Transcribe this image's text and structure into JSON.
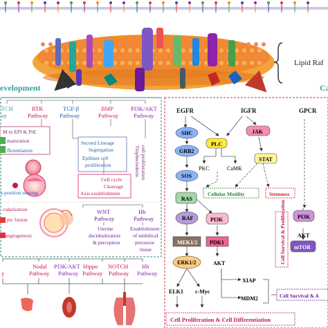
{
  "header": {
    "raft_label": "Lipid Raf",
    "development": "evelopment",
    "ca_label": "Ca"
  },
  "left_panel": {
    "top_pathways": [
      {
        "name": "TCH",
        "sub": "ay"
      },
      {
        "name": "RTK",
        "sub": "Pathway"
      },
      {
        "name": "TGF-β",
        "sub": "Pathway"
      },
      {
        "name": "BMP",
        "sub": "Pathway"
      },
      {
        "name": "PI3K/AKT",
        "sub": "Pathway"
      }
    ],
    "boxes": {
      "m_to_epi": "M to EPI & PrE",
      "maturation": "maturation",
      "differentiation": "fferentiation",
      "second_lineage": "Second Lineage",
      "segregation": "Segregation",
      "epiblast": "Epiblast cell",
      "proliferation": "proliferation",
      "cell_cycle": "Cell cycle",
      "cleavage": "Cleavage",
      "axis": "Axis establishment",
      "trophecto": "Trophectoderm",
      "trophecto2": "cell proliferation",
      "position": "'s position  sensing",
      "vascularization": "cularization",
      "fusion": "pic  fusion",
      "angio": "al  angiogenesis"
    },
    "wnt": {
      "name": "WNT",
      "sub": "Pathway",
      "e1": "Uterine",
      "e2": "decidualization",
      "e3": "& perception"
    },
    "hh": {
      "name": "Hh",
      "sub": "Pathway",
      "e1": "Establishment",
      "e2": "of umbilical",
      "e3": "precursor",
      "e4": "tissue"
    },
    "bottom_pathways": [
      {
        "name": "",
        "sub": "y"
      },
      {
        "name": "Nodal",
        "sub": "Pathway"
      },
      {
        "name": "PI3K/AKT",
        "sub": "Pathway"
      },
      {
        "name": "Hippo",
        "sub": "Pathway"
      },
      {
        "name": "NOTCH",
        "sub": "Pathway"
      },
      {
        "name": "Hh",
        "sub": "Pathway"
      }
    ]
  },
  "right_panel": {
    "egfr": "EGFR",
    "igfr": "IGFR",
    "gpcr": "GPCR",
    "shc": "SHC",
    "plc": "PLC",
    "jak": "JAK",
    "grb2": "GRB2",
    "stat": "STAT",
    "pkc": "PKC",
    "camk": "CaMK",
    "sos": "SOS",
    "ras": "RAS",
    "motility": "Cellular Motility",
    "stemness": "Stemness",
    "raf": "RAF",
    "pi3k_mid": "PI3K",
    "pi3k_right": "PI3K",
    "survival_vertical": "Cell Survival & Proliferation",
    "mek": "MEK1/2",
    "pdk1": "PDK1",
    "akt_right": "AKT",
    "erk": "ERK1/2",
    "akt_mid": "AKT",
    "mtor": "mTOR",
    "xiap": "XIAP",
    "survival_box": "Cell Survival & A",
    "elk1": "ELK1",
    "cmyc": "c-Myc",
    "mdm2": "MDM2",
    "prolif_diff": "Cell Proliferation  & Cell Differentiation"
  },
  "colors": {
    "teal": "#3a9e96",
    "purple": "#7a2a7a",
    "pink": "#c2185b",
    "blue": "#1f5fb0",
    "membrane": "#f08a2c"
  }
}
